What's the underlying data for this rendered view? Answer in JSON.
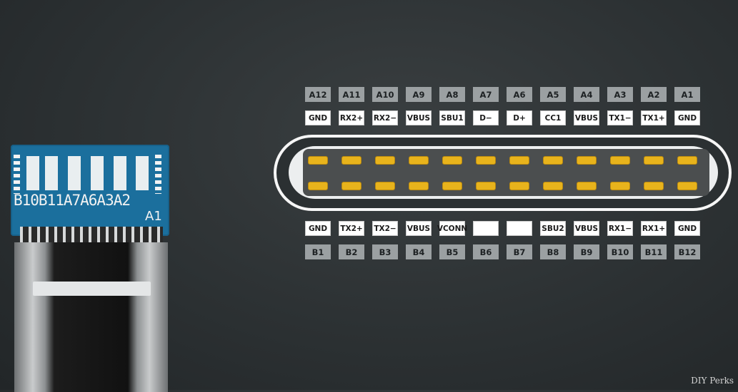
{
  "photo": {
    "pcb_label": "B10B11A7A6A3A2",
    "pcb_corner_label": "A1"
  },
  "pinout": {
    "top_numbers": [
      "A12",
      "A11",
      "A10",
      "A9",
      "A8",
      "A7",
      "A6",
      "A5",
      "A4",
      "A3",
      "A2",
      "A1"
    ],
    "top_signals": [
      "GND",
      "RX2+",
      "RX2−",
      "VBUS",
      "SBU1",
      "D−",
      "D+",
      "CC1",
      "VBUS",
      "TX1−",
      "TX1+",
      "GND"
    ],
    "bottom_signals": [
      "GND",
      "TX2+",
      "TX2−",
      "VBUS",
      "VCONN",
      "",
      "",
      "SBU2",
      "VBUS",
      "RX1−",
      "RX1+",
      "GND"
    ],
    "bottom_numbers": [
      "B1",
      "B2",
      "B3",
      "B4",
      "B5",
      "B6",
      "B7",
      "B8",
      "B9",
      "B10",
      "B11",
      "B12"
    ]
  },
  "colors": {
    "contact": "#e8b31c",
    "pcb": "#1b6f9d",
    "background": "#2c3133"
  },
  "watermark": "DIY Perks"
}
